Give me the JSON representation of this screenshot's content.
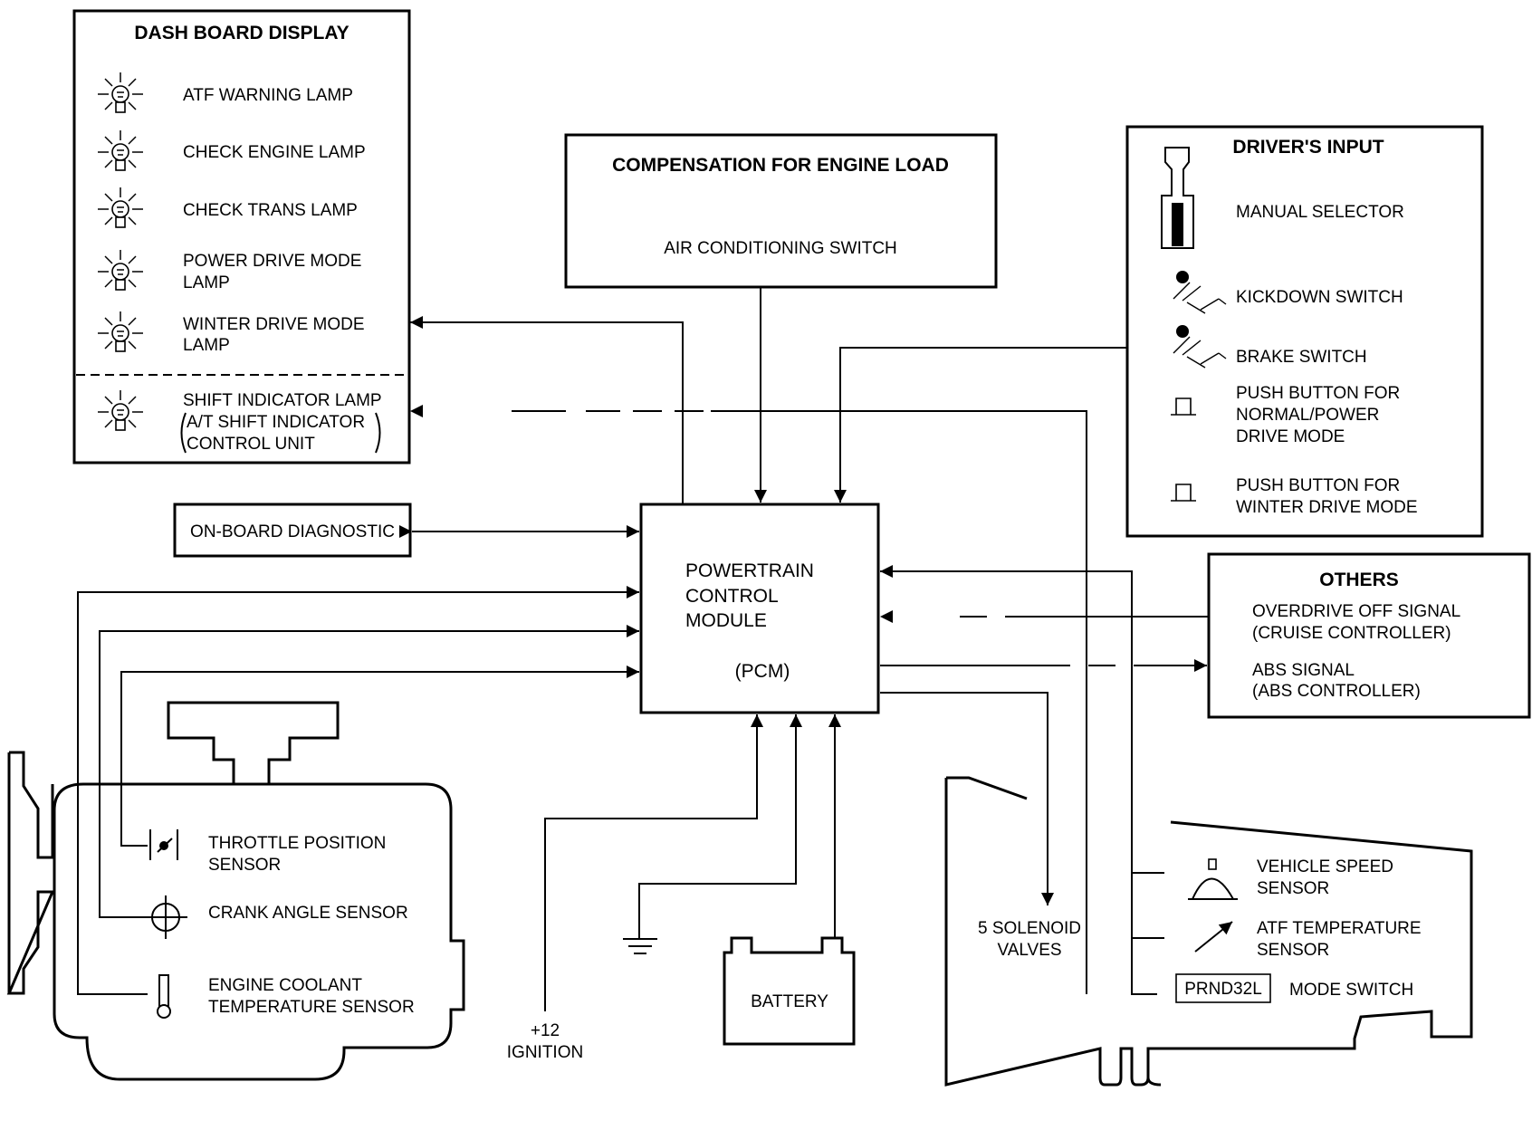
{
  "dashboard": {
    "title": "DASH BOARD DISPLAY",
    "items": [
      "ATF WARNING LAMP",
      "CHECK ENGINE LAMP",
      "CHECK TRANS LAMP",
      [
        "POWER DRIVE MODE",
        "LAMP"
      ],
      [
        "WINTER DRIVE MODE",
        "LAMP"
      ]
    ],
    "shift_indicator": [
      "SHIFT INDICATOR LAMP",
      "A/T SHIFT INDICATOR",
      "CONTROL UNIT"
    ]
  },
  "compensation": {
    "title": "COMPENSATION FOR ENGINE LOAD",
    "item": "AIR CONDITIONING SWITCH"
  },
  "drivers_input": {
    "title": "DRIVER'S INPUT",
    "items": [
      "MANUAL SELECTOR",
      "KICKDOWN SWITCH",
      "BRAKE SWITCH",
      [
        "PUSH BUTTON FOR",
        "NORMAL/POWER",
        "DRIVE MODE"
      ],
      [
        "PUSH BUTTON FOR",
        "WINTER DRIVE MODE"
      ]
    ]
  },
  "obd": "ON-BOARD DIAGNOSTIC",
  "pcm": [
    "POWERTRAIN",
    "CONTROL",
    "MODULE",
    "(PCM)"
  ],
  "others": {
    "title": "OTHERS",
    "items": [
      [
        "OVERDRIVE OFF SIGNAL",
        "(CRUISE CONTROLLER)"
      ],
      [
        "ABS SIGNAL",
        "(ABS CONTROLLER)"
      ]
    ]
  },
  "engine_sensors": [
    [
      "THROTTLE POSITION",
      "SENSOR"
    ],
    "CRANK ANGLE SENSOR",
    [
      "ENGINE COOLANT",
      "TEMPERATURE SENSOR"
    ]
  ],
  "ignition": [
    "+12",
    "IGNITION"
  ],
  "battery": "BATTERY",
  "solenoid": [
    "5 SOLENOID",
    "VALVES"
  ],
  "transmission_sensors": [
    [
      "VEHICLE SPEED",
      "SENSOR"
    ],
    [
      "ATF TEMPERATURE",
      "SENSOR"
    ],
    "MODE SWITCH"
  ],
  "mode_switch_label": "PRND32L"
}
